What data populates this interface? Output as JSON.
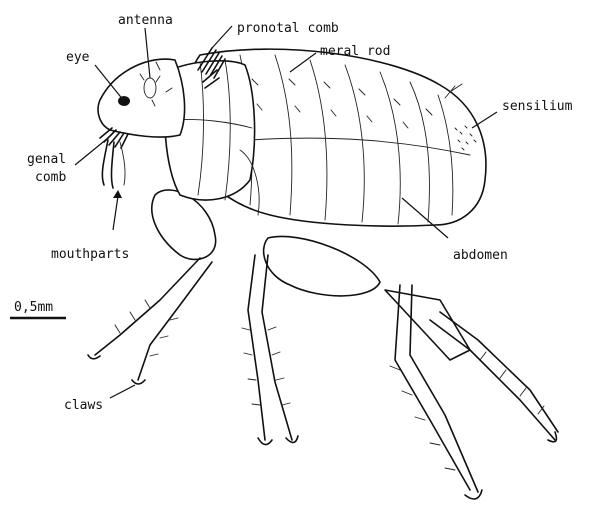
{
  "labels": {
    "antenna": "antenna",
    "pronotal_comb": "pronotal comb",
    "meral_rod": "meral rod",
    "eye": "eye",
    "sensilium": "sensilium",
    "genal": "genal",
    "comb": "comb",
    "mouthparts": "mouthparts",
    "abdomen": "abdomen",
    "scale": "0,5mm",
    "claws": "claws"
  }
}
